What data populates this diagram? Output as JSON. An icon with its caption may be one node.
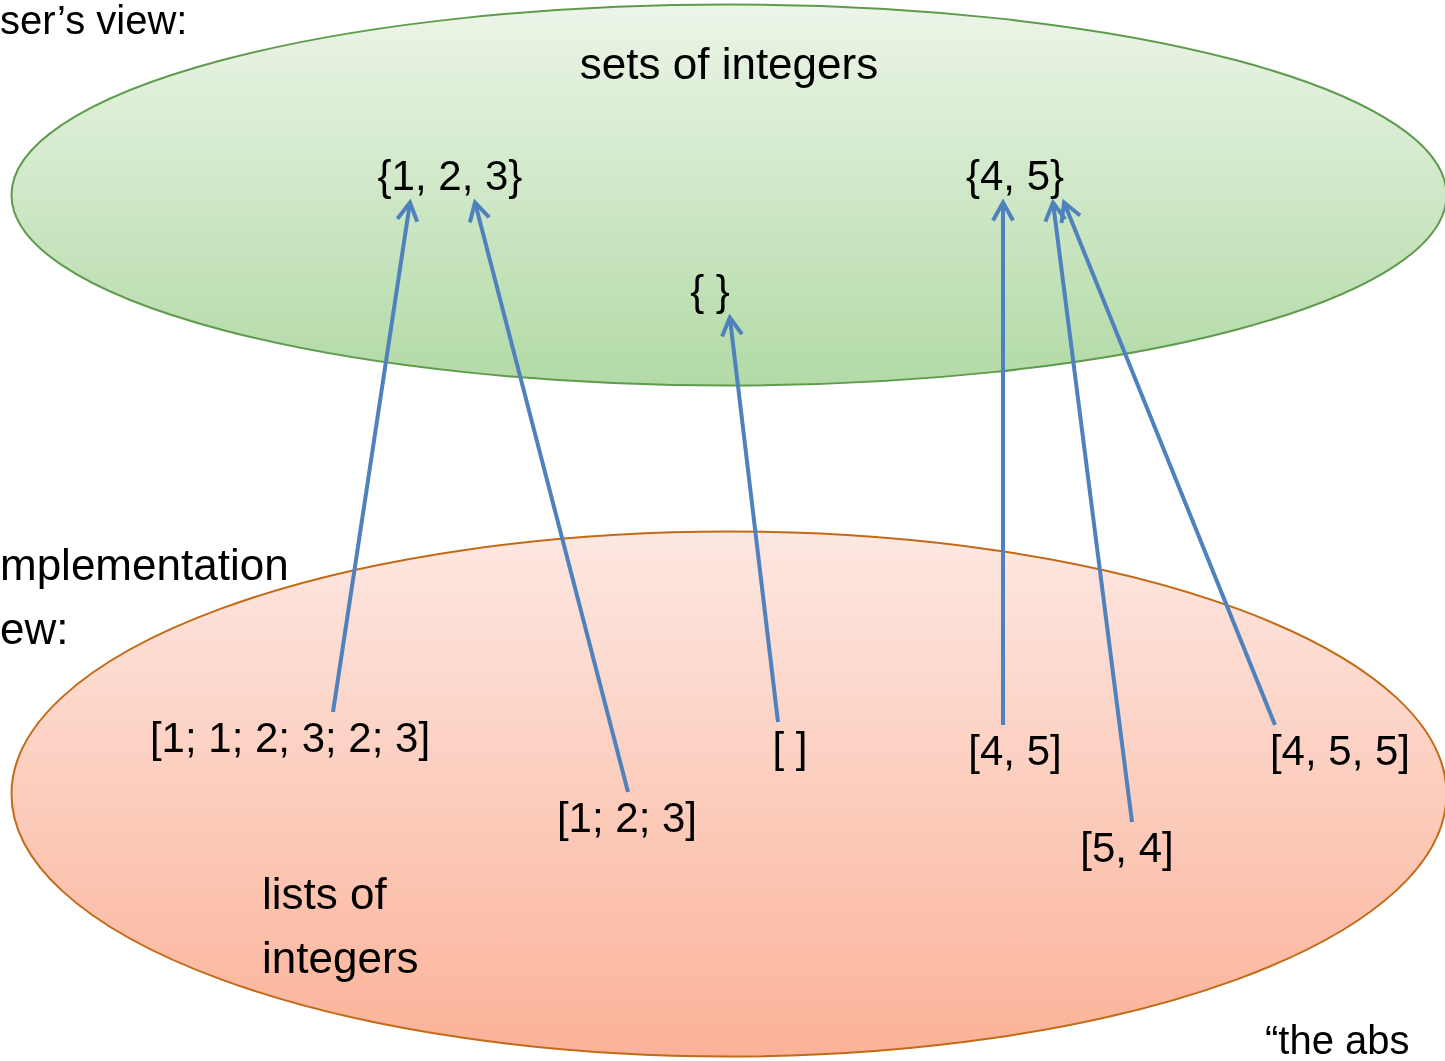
{
  "diagram": {
    "nodes": [
      {
        "text": [
          "sets of integers"
        ]
      },
      {
        "text": [
          "{1, 2, 3}"
        ],
        "in": 0
      },
      {
        "text": [
          "{4, 5}"
        ],
        "in": 0
      },
      {
        "text": [
          "{ }"
        ],
        "in": 0
      },
      {
        "text": [
          "lists of integers"
        ]
      },
      {
        "text": [
          "[1; 1; 2; 3; 2; 3]"
        ],
        "in": 4
      },
      {
        "text": [
          "[1; 2; 3]"
        ],
        "in": 4
      },
      {
        "text": [
          "[ ]"
        ],
        "in": 4
      },
      {
        "text": [
          "[4, 5]"
        ],
        "in": 4
      },
      {
        "text": [
          "[4, 5, 5]"
        ],
        "in": 4
      },
      {
        "text": [
          "[5, 4]"
        ],
        "in": 4
      }
    ],
    "edges": [
      {
        "from": 5,
        "to": 1,
        "arrow": "to"
      },
      {
        "from": 6,
        "to": 1,
        "arrow": "to"
      },
      {
        "from": 7,
        "to": 3,
        "arrow": "to"
      },
      {
        "from": 8,
        "to": 2,
        "arrow": "to"
      },
      {
        "from": 10,
        "to": 2,
        "arrow": "to"
      },
      {
        "from": 9,
        "to": 2,
        "arrow": "to"
      }
    ],
    "labels": [
      "ser’s view:",
      "mplementation ew:",
      "“the abs"
    ]
  }
}
